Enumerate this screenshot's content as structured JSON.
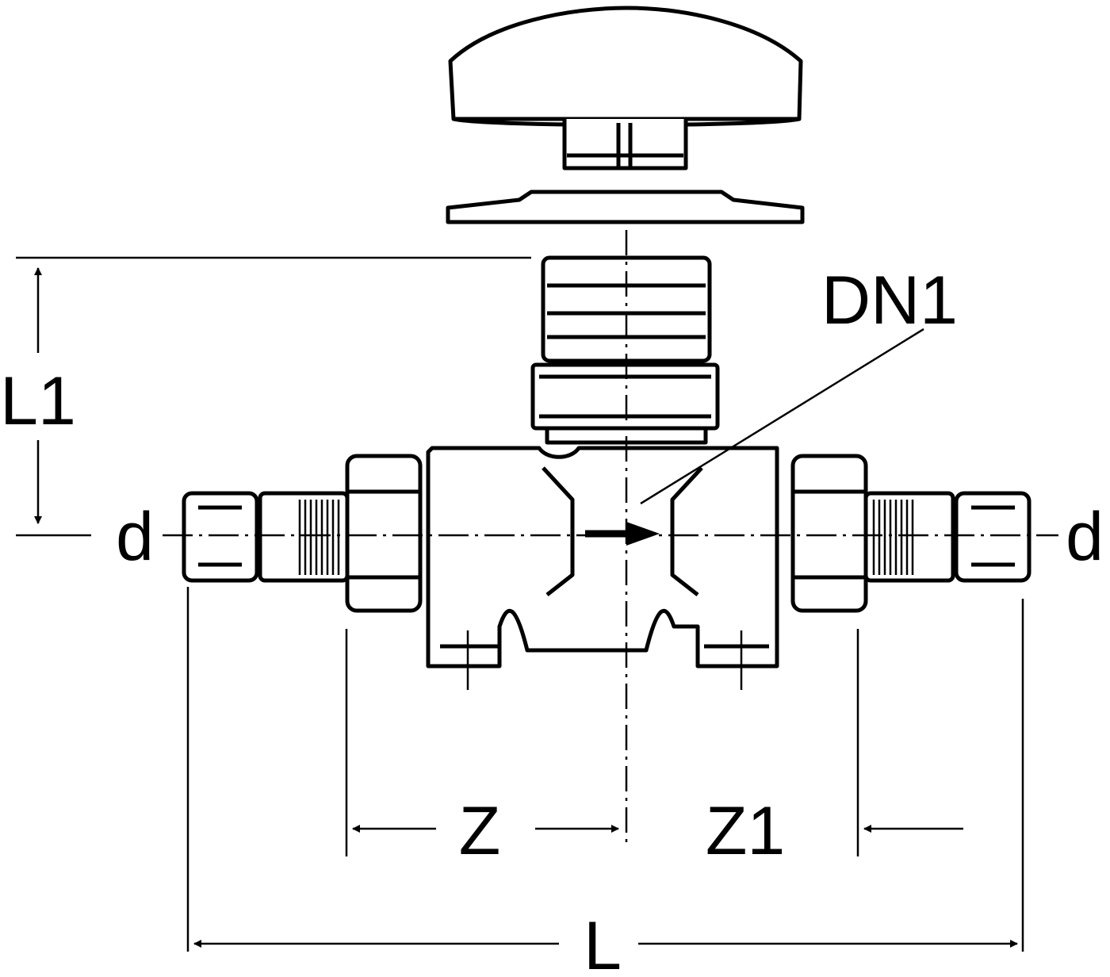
{
  "labels": {
    "L1": "L1",
    "DN1": "DN1",
    "d_left": "d",
    "d_right": "d",
    "Z": "Z",
    "Z1": "Z1",
    "L": "L"
  },
  "colors": {
    "stroke": "#000000",
    "fill": "#ffffff"
  }
}
